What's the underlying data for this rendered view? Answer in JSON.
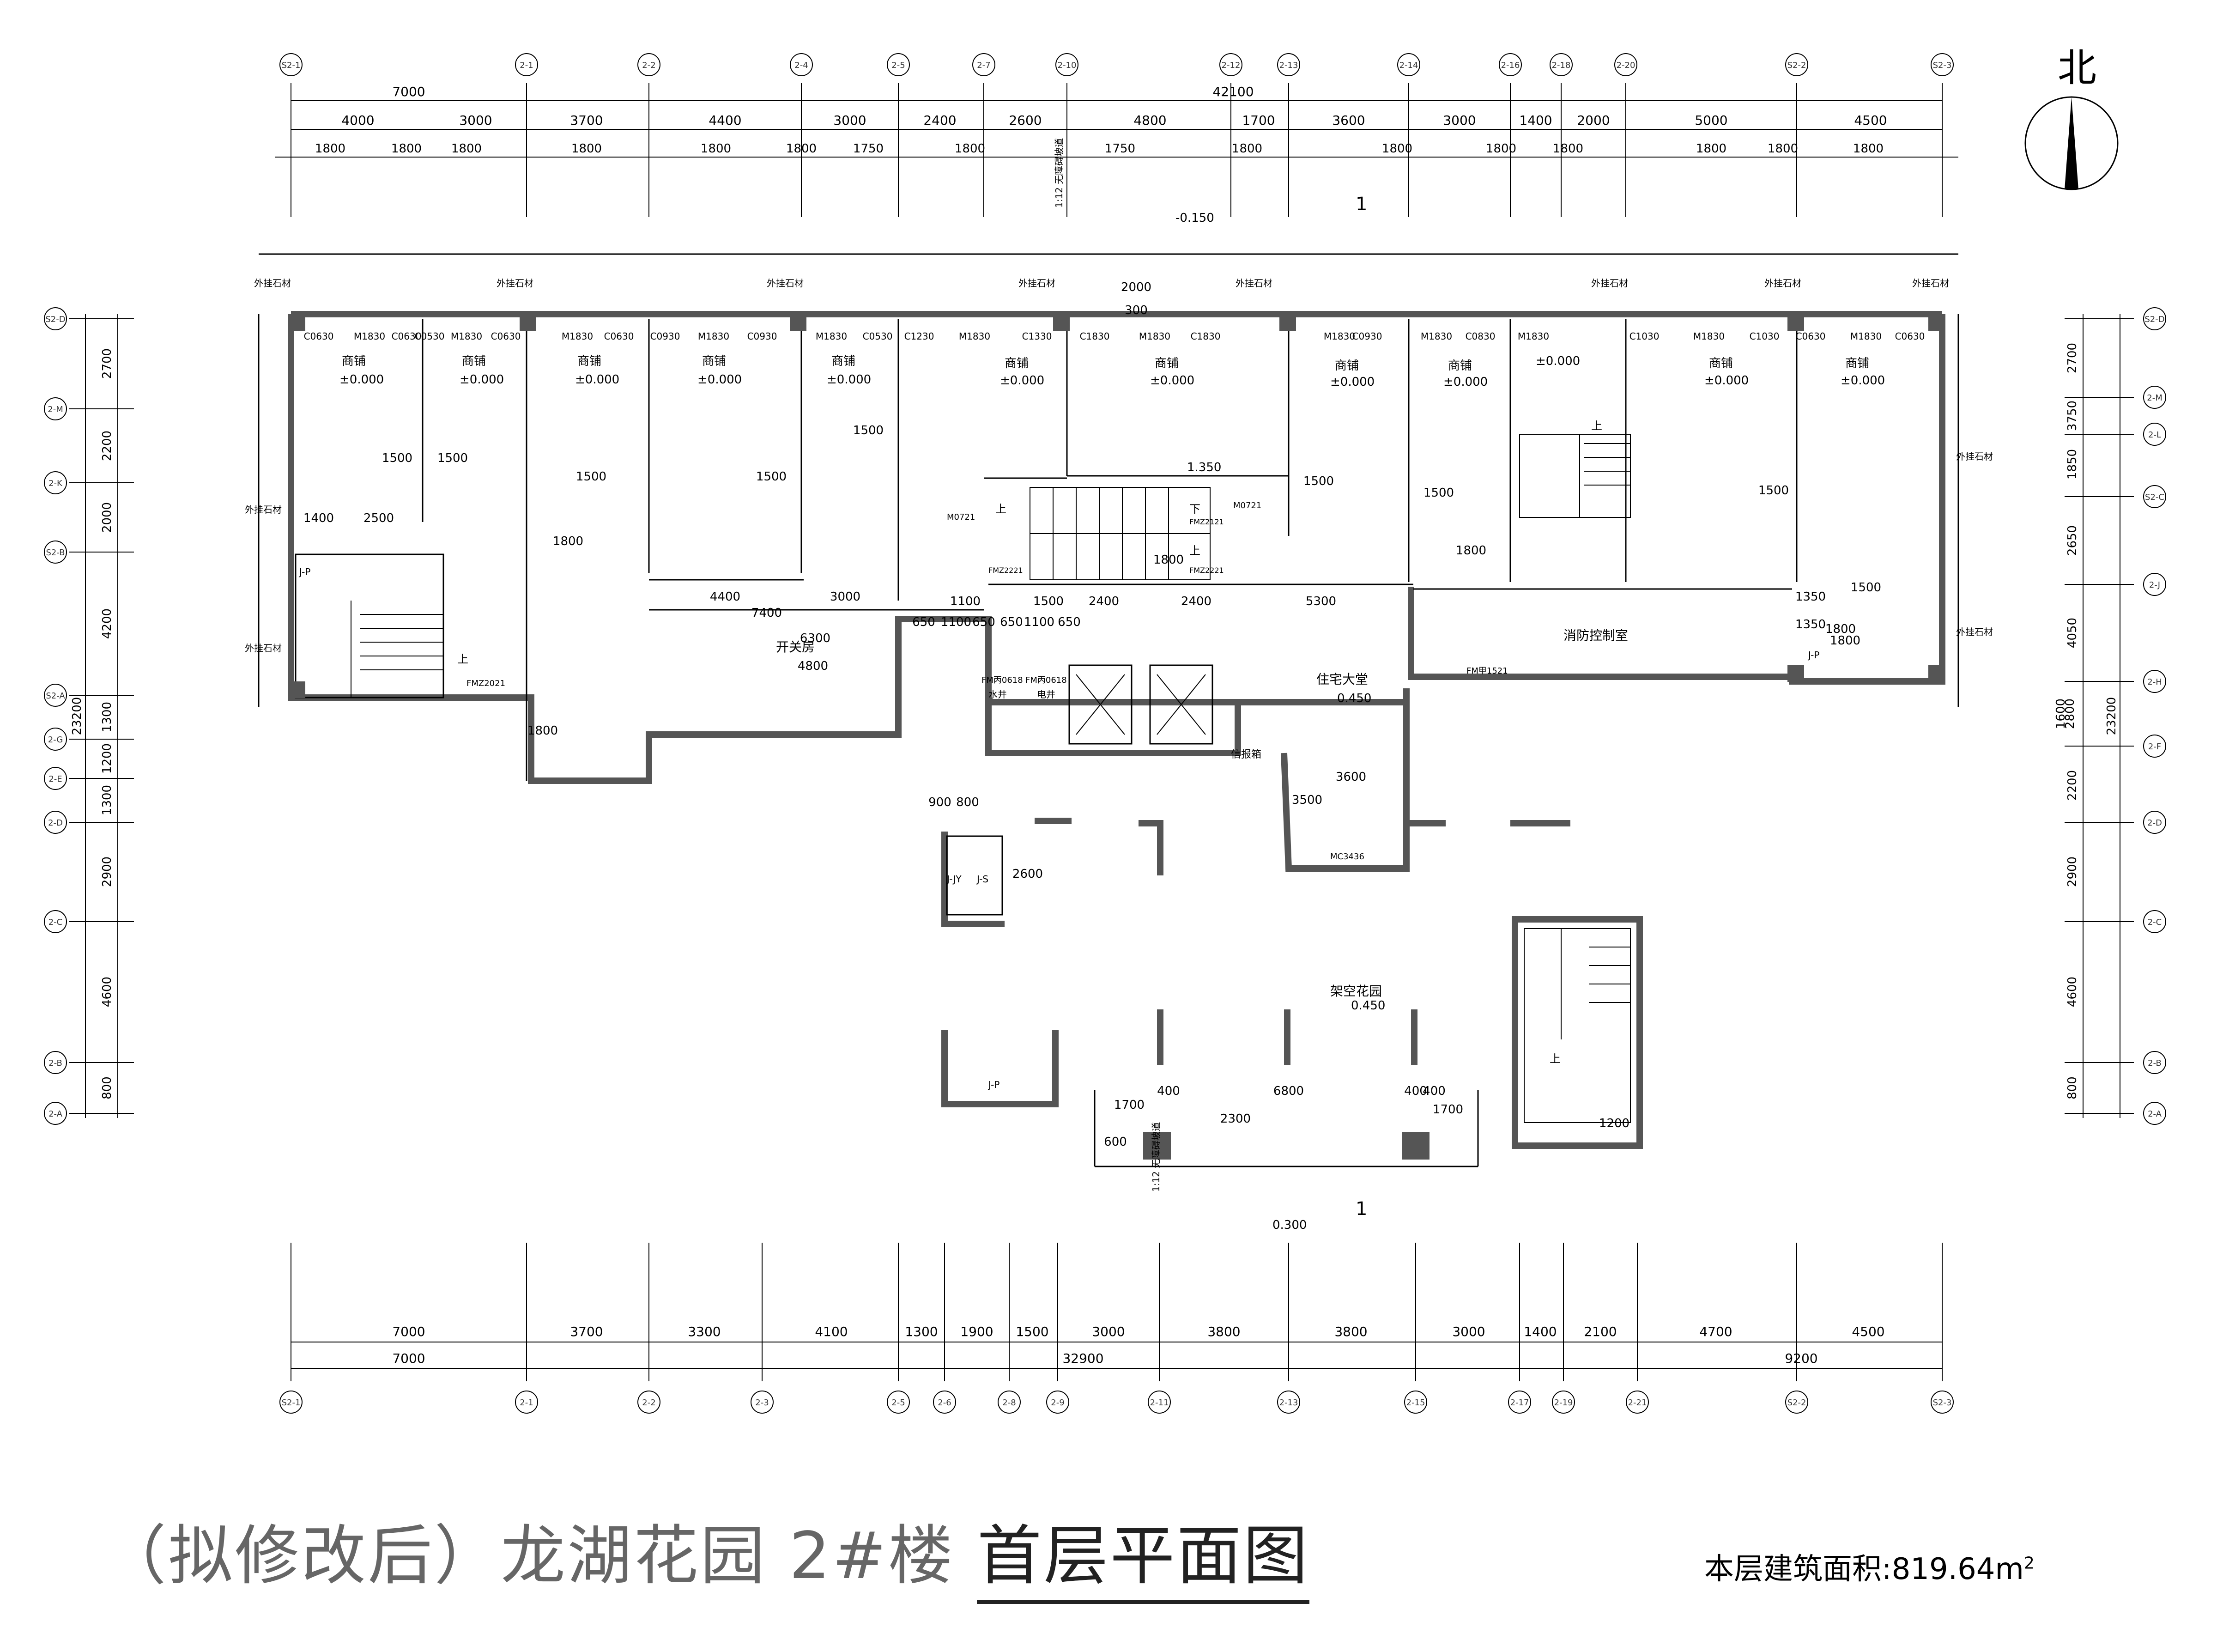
{
  "title": {
    "main": "（拟修改后）龙湖花园 2#楼",
    "sub": "首层平面图"
  },
  "area": {
    "label": "本层建筑面积:",
    "value": "819.64m",
    "unit_sup": "2"
  },
  "north_label": "北",
  "section_mark": "1",
  "top_axes": [
    "S2-1",
    "2-1",
    "2-2",
    "2-4",
    "2-5",
    "2-7",
    "2-10",
    "2-12",
    "2-13",
    "2-14",
    "2-16",
    "2-18",
    "2-20",
    "S2-2",
    "S2-3"
  ],
  "bottom_axes": [
    "S2-1",
    "2-1",
    "2-2",
    "2-3",
    "2-5",
    "2-6",
    "2-8",
    "2-9",
    "2-11",
    "2-13",
    "2-15",
    "2-17",
    "2-19",
    "2-21",
    "S2-2",
    "S2-3"
  ],
  "left_axes": [
    "S2-D",
    "2-M",
    "2-K",
    "S2-B",
    "S2-A",
    "2-G",
    "2-E",
    "2-D",
    "2-C",
    "2-B",
    "2-A"
  ],
  "right_axes": [
    "S2-D",
    "2-M",
    "2-L",
    "S2-C",
    "2-J",
    "2-H",
    "2-F",
    "2-D",
    "2-C",
    "2-B",
    "2-A"
  ],
  "top_dims": {
    "row1": [
      "7000",
      "42100"
    ],
    "row2": [
      "4000",
      "3000",
      "3700",
      "4400",
      "3000",
      "2400",
      "2600",
      "4800",
      "1700",
      "3600",
      "3000",
      "1400",
      "2000",
      "5000",
      "4500"
    ],
    "row3": [
      "1800",
      "1800",
      "1800",
      "1800",
      "1800",
      "1800",
      "1750",
      "1800",
      "1750",
      "1800",
      "1800",
      "1800",
      "1800",
      "1800",
      "1800",
      "1800"
    ]
  },
  "bottom_dims": {
    "row1": [
      "7000",
      "3700",
      "3300",
      "4100",
      "1300",
      "1900",
      "1500",
      "3000",
      "3800",
      "3800",
      "3000",
      "1400",
      "2100",
      "4700",
      "4500"
    ],
    "row2": [
      "7000",
      "32900",
      "9200"
    ]
  },
  "left_dims": [
    "2700",
    "2200",
    "2000",
    "4200",
    "1300",
    "1200",
    "1300",
    "2900",
    "4600",
    "800"
  ],
  "left_total": "23200",
  "right_dims": [
    "2700",
    "3750",
    "1850",
    "2650",
    "4050",
    "2800",
    "1600",
    "2200",
    "2900",
    "4600",
    "800"
  ],
  "right_total": "23200",
  "rooms": {
    "shop": "商铺",
    "shop_level": "±0.000",
    "lobby": "住宅大堂",
    "lobby_level": "0.450",
    "fire_control": "消防控制室",
    "switch_room": "开关房",
    "garden": "架空花园",
    "garden_level": "0.450",
    "ramp_top_level": "-0.150",
    "ramp_bottom_level": "0.300",
    "ramp_label": "1:12 无障碍坡道",
    "mailbox": "信报箱",
    "water_well": "水井",
    "elec_well": "电井",
    "elevator": "电梯",
    "up": "上",
    "down": "下",
    "stone_label": "外挂石材",
    "level_1350": "1.350"
  },
  "door_codes": {
    "top_row": [
      "C0630",
      "M1830",
      "C0630",
      "C0530",
      "M1830",
      "C0630",
      "M1830",
      "C0630",
      "C0930",
      "M1830",
      "C0930",
      "M1830",
      "C0530",
      "C1230",
      "M1830",
      "C1330",
      "C1830",
      "M1830",
      "C1830",
      "M1830",
      "C0930",
      "M1830",
      "C0830",
      "M1830",
      "C1030",
      "M1830",
      "C1030",
      "C0630",
      "M1830",
      "C0630"
    ],
    "m0721": "M0721",
    "fmz2021": "FMZ2021",
    "fmz2221": "FMZ2221",
    "fmz2121": "FMZ2121",
    "fm1521": "FM甲1521",
    "fm0618": "FM丙0618",
    "mc3436": "MC3436",
    "jp": "J-P",
    "jjy": "J-JY",
    "js": "J-S"
  },
  "inner_dims": [
    "1500",
    "1500",
    "1500",
    "1500",
    "1500",
    "1500",
    "1500",
    "1500",
    "1800",
    "1800",
    "1800",
    "1800",
    "2500",
    "1400",
    "4400",
    "7400",
    "3000",
    "6300",
    "4800",
    "1100",
    "1500",
    "2400",
    "2400",
    "5300",
    "650",
    "1100",
    "650",
    "650",
    "1100",
    "650",
    "3600",
    "3500",
    "900",
    "800",
    "2600",
    "6800",
    "400",
    "400",
    "400",
    "1700",
    "2300",
    "1700",
    "600",
    "1200",
    "1350",
    "1800",
    "1500",
    "1800",
    "1350",
    "2000",
    "300"
  ]
}
